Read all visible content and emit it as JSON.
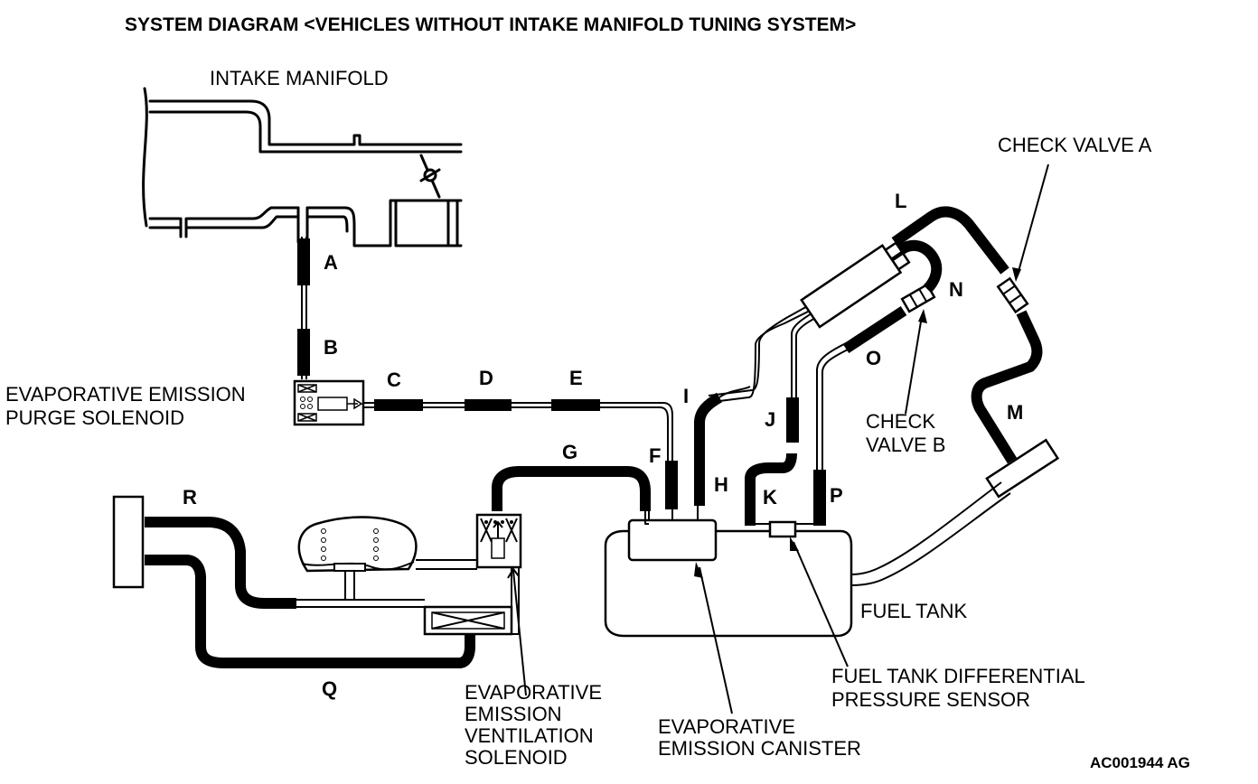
{
  "title": "SYSTEM DIAGRAM <VEHICLES WITHOUT INTAKE MANIFOLD TUNING SYSTEM>",
  "figure_code": "AC001944 AG",
  "components": {
    "intake_manifold": "INTAKE MANIFOLD",
    "check_valve_a": "CHECK VALVE A",
    "check_valve_b": [
      "CHECK",
      "VALVE B"
    ],
    "purge_solenoid": [
      "EVAPORATIVE EMISSION",
      "PURGE SOLENOID"
    ],
    "ventilation_solenoid": [
      "EVAPORATIVE",
      "EMISSION",
      "VENTILATION",
      "SOLENOID"
    ],
    "canister": [
      "EVAPORATIVE",
      "EMISSION CANISTER"
    ],
    "fuel_tank": "FUEL TANK",
    "pressure_sensor": [
      "FUEL TANK DIFFERENTIAL",
      "PRESSURE SENSOR"
    ]
  },
  "hoses": {
    "a": "A",
    "b": "B",
    "c": "C",
    "d": "D",
    "e": "E",
    "f": "F",
    "g": "G",
    "h": "H",
    "i": "I",
    "j": "J",
    "k": "K",
    "l": "L",
    "m": "M",
    "n": "N",
    "o": "O",
    "p": "P",
    "q": "Q",
    "r": "R"
  }
}
